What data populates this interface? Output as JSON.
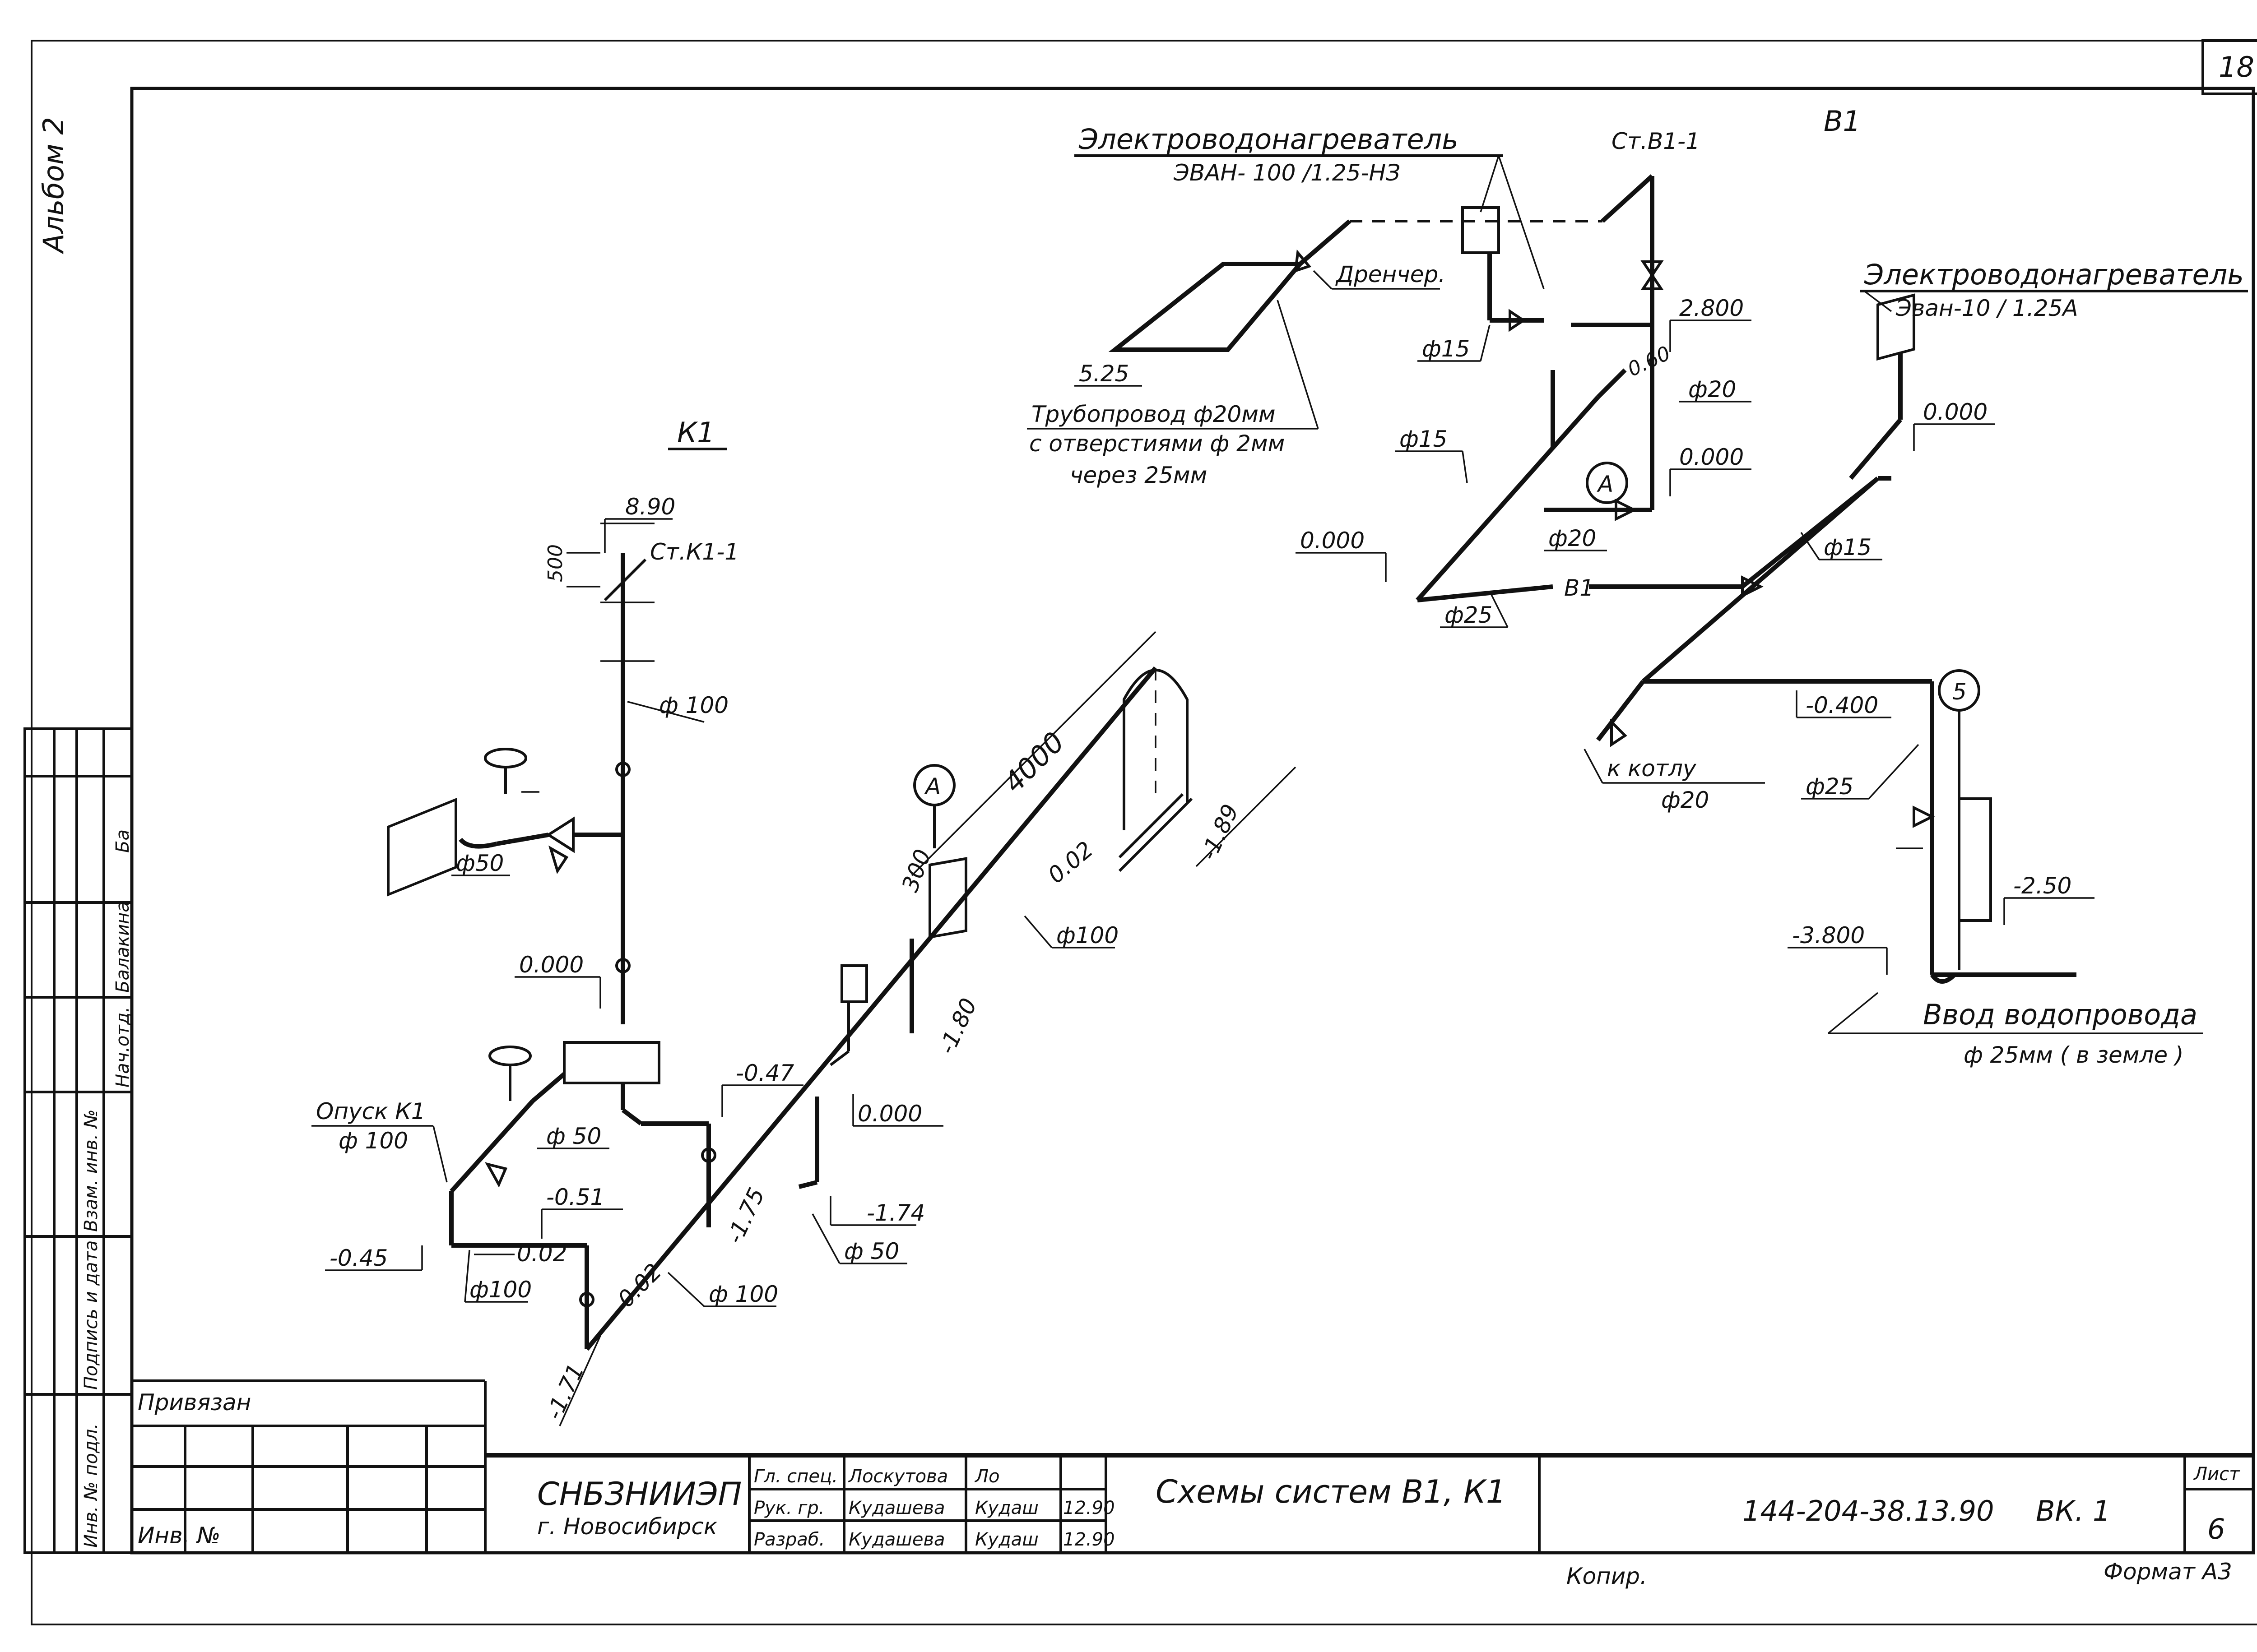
{
  "sheet": {
    "page_number": "18",
    "album": "Альбом 2",
    "copy": "Копир.",
    "format": "Формат А3"
  },
  "system_v1": {
    "title": "В1",
    "riser": "Ст.В1-1",
    "heater1_title": "Электроводонагреватель",
    "heater1_model": "ЭВАН- 100 /1.25-НЗ",
    "heater2_title": "Электроводонагреватель",
    "heater2_model": "Эван-10 / 1.25А",
    "drencher": "Дренчер.",
    "pipe_note_1": "Трубопровод ф20мм",
    "pipe_note_2": "с отверстиями ф 2мм",
    "pipe_note_3": "через 25мм",
    "elev_525": "5.25",
    "elev_2800": "2.800",
    "elev_0000_a": "0.000",
    "elev_0000_b": "0.000",
    "elev_0000_c": "0.000",
    "elev_060": "0.60",
    "elev_0400": "-0.400",
    "elev_250": "-2.50",
    "elev_3800": "-3.800",
    "d15_a": "ф15",
    "d15_b": "ф15",
    "d15_c": "ф15",
    "d20_a": "ф20",
    "d20_b": "ф20",
    "d25_a": "ф25",
    "d25_b": "ф25",
    "pipe_v1": "В1",
    "node_a": "А",
    "node_5": "5",
    "to_boiler": "к котлу",
    "to_boiler_d": "ф20",
    "inlet_title": "Ввод водопровода",
    "inlet_note": "ф 25мм ( в земле )"
  },
  "system_k1": {
    "title": "К1",
    "riser": "Ст.К1-1",
    "elev_890": "8.90",
    "dim_500": "500",
    "d100_riser": "ф 100",
    "d50_a": "ф50",
    "elev_0000_a": "0.000",
    "opusk_title": "Опуск К1",
    "opusk_d": "ф 100",
    "d50_b": "ф 50",
    "elev_045": "-0.45",
    "elev_051": "-0.51",
    "slope_002_a": "0.02",
    "d100_a": "ф100",
    "elev_047": "-0.47",
    "slope_002_b": "0.02",
    "d100_b": "ф 100",
    "elev_171": "-1.71",
    "elev_175": "-1.75",
    "elev_174": "-1.74",
    "d50_c": "ф 50",
    "elev_0000_b": "0.000",
    "elev_180": "-1.80",
    "node_a": "А",
    "dim_300": "300",
    "dim_4000": "4000",
    "slope_002_c": "0.02",
    "d100_c": "ф100",
    "elev_189": "-1.89"
  },
  "side_stamp": {
    "rows": [
      "Инв. № подл.",
      "Подпись и дата",
      "Взам. инв. №",
      "Нач.отд.",
      "Балакина"
    ],
    "signature": "Ба"
  },
  "title_block": {
    "bound": "Привязан",
    "inv": "Инв. №",
    "org": "СНБЗНИИЭП",
    "city": "г. Новосибирск",
    "roles": [
      "Гл. спец.",
      "Рук. гр.",
      "Разраб."
    ],
    "names": [
      "Лоскутова",
      "Кудашева",
      "Кудашева"
    ],
    "signs": [
      "Ло",
      "Кудаш",
      "Кудаш"
    ],
    "dates": [
      "",
      "12.90",
      "12.90"
    ],
    "drawing_title": "Схемы систем В1, К1",
    "code": "144-204-38.13.90",
    "mark": "ВК. 1",
    "sheet_label": "Лист",
    "sheet_no": "6"
  }
}
